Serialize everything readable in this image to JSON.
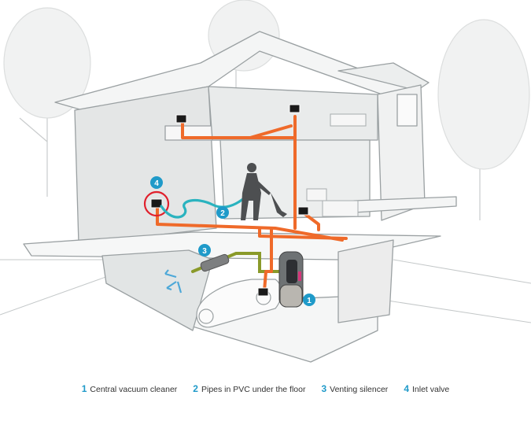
{
  "colors": {
    "pipe": "#ef6a2a",
    "hose": "#2ab3bf",
    "accent_blue": "#1f9ac9",
    "silencer_pipe": "#8a9a2a",
    "inlet_highlight": "#e0202c",
    "house_line": "#9aa0a2",
    "house_fill": "#f3f4f4",
    "house_shadow": "#dcdfe0"
  },
  "callouts": [
    {
      "number": "1",
      "icon": "callout-circle"
    },
    {
      "number": "2",
      "icon": "callout-circle"
    },
    {
      "number": "3",
      "icon": "callout-circle"
    },
    {
      "number": "4",
      "icon": "callout-circle"
    }
  ],
  "legend": [
    {
      "number": "1",
      "label": "Central vacuum cleaner"
    },
    {
      "number": "2",
      "label": "Pipes in PVC under the floor"
    },
    {
      "number": "3",
      "label": "Venting silencer"
    },
    {
      "number": "4",
      "label": "Inlet valve"
    }
  ]
}
